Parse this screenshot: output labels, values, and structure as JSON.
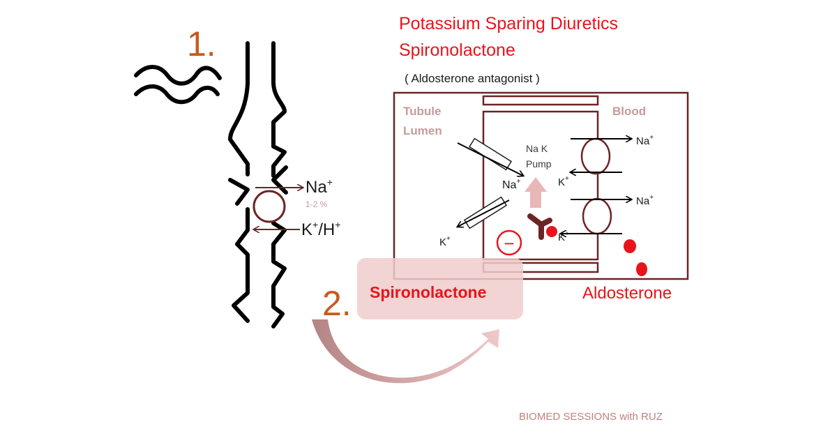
{
  "title": {
    "line1": "Potassium Sparing Diuretics",
    "line2": "Spironolactone",
    "subtitle": "( Aldosterone  antagonist )"
  },
  "steps": {
    "step1": "1.",
    "step2": "2."
  },
  "left_panel": {
    "na_label": "Na",
    "na_sup": "+",
    "percent": "1-2 %",
    "k_label": "K",
    "k_sup": "+",
    "h_label": "/H",
    "h_sup": "+"
  },
  "cell": {
    "tubule_lumen_line1": "Tubule",
    "tubule_lumen_line2": "Lumen",
    "blood": "Blood",
    "pump_line1": "Na K",
    "pump_line2": "Pump",
    "na_inside": "Na",
    "k_pump": "K",
    "na_blood_top": "Na",
    "na_blood_bottom": "Na",
    "k_lumen": "K",
    "k_receptor": "K",
    "ion_sup": "+",
    "inhibit_symbol": "−"
  },
  "drug_box": {
    "label": "Spironolactone"
  },
  "hormone_label": "Aldosterone",
  "footer": "BIOMED SESSIONS with RUZ",
  "colors": {
    "title_red": "#e8141b",
    "step_orange": "#c85a1c",
    "maroon": "#6b2424",
    "pink_label": "#c79a9a",
    "drug_box_fill": "#f1cccc",
    "hormone_red": "#e8141b"
  }
}
